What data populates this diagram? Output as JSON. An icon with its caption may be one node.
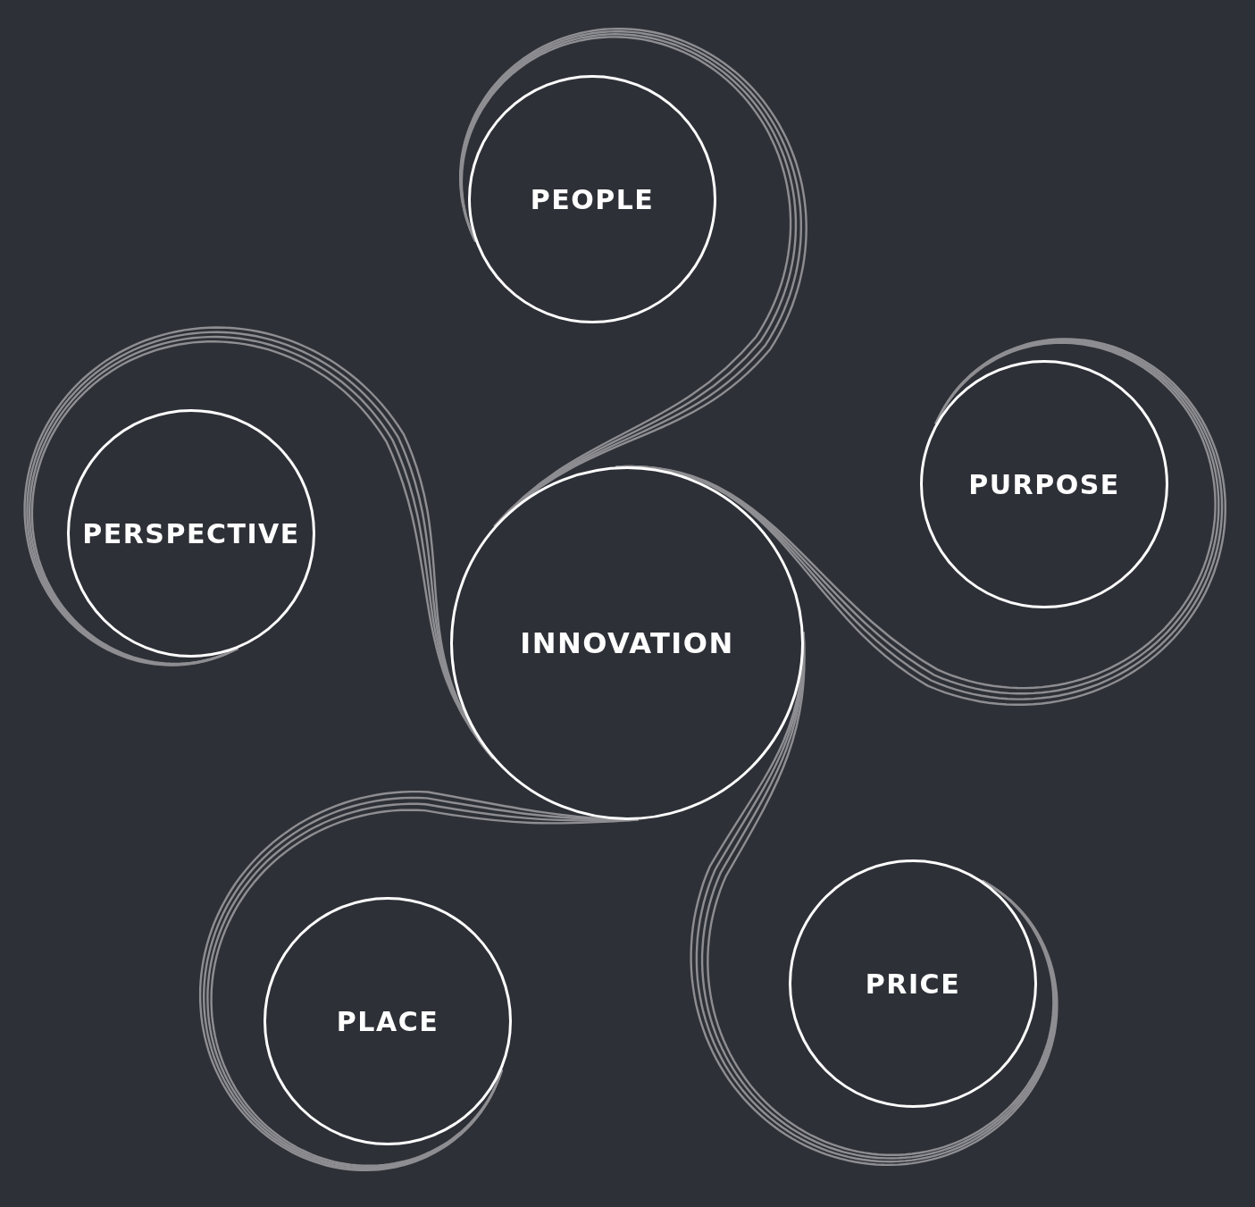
{
  "diagram": {
    "nodes": [
      {
        "text": [
          "PEOPLE"
        ]
      },
      {
        "text": [
          "PURPOSE"
        ]
      },
      {
        "text": [
          "PERSPECTIVE"
        ]
      },
      {
        "text": [
          "INNOVATION"
        ]
      },
      {
        "text": [
          "PRICE"
        ]
      },
      {
        "text": [
          "PLACE"
        ]
      }
    ],
    "edges": [
      {
        "from": 3,
        "to": 0,
        "arrow": "none"
      },
      {
        "from": 3,
        "to": 1,
        "arrow": "none"
      },
      {
        "from": 3,
        "to": 4,
        "arrow": "none"
      },
      {
        "from": 3,
        "to": 5,
        "arrow": "none"
      },
      {
        "from": 3,
        "to": 2,
        "arrow": "none"
      }
    ]
  }
}
